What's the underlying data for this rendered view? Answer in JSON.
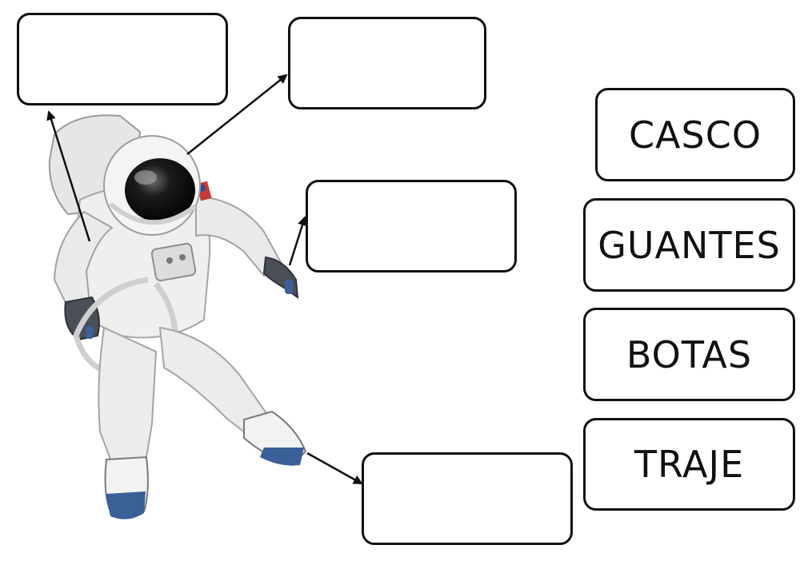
{
  "worksheet": {
    "word_cards": [
      {
        "label": "CASCO"
      },
      {
        "label": "GUANTES"
      },
      {
        "label": "BOTAS"
      },
      {
        "label": "TRAJE"
      }
    ],
    "answer_boxes": [
      {
        "target": "suit",
        "value": ""
      },
      {
        "target": "helmet",
        "value": ""
      },
      {
        "target": "glove",
        "value": ""
      },
      {
        "target": "boot",
        "value": ""
      }
    ],
    "illustration": {
      "subject": "astronaut-icon",
      "colors": {
        "suit": "#ececec",
        "visor": "#0a0a0a",
        "boots": "#3b5f97",
        "gloves": "#4a4f58",
        "flag": "#c63a3a"
      }
    }
  }
}
